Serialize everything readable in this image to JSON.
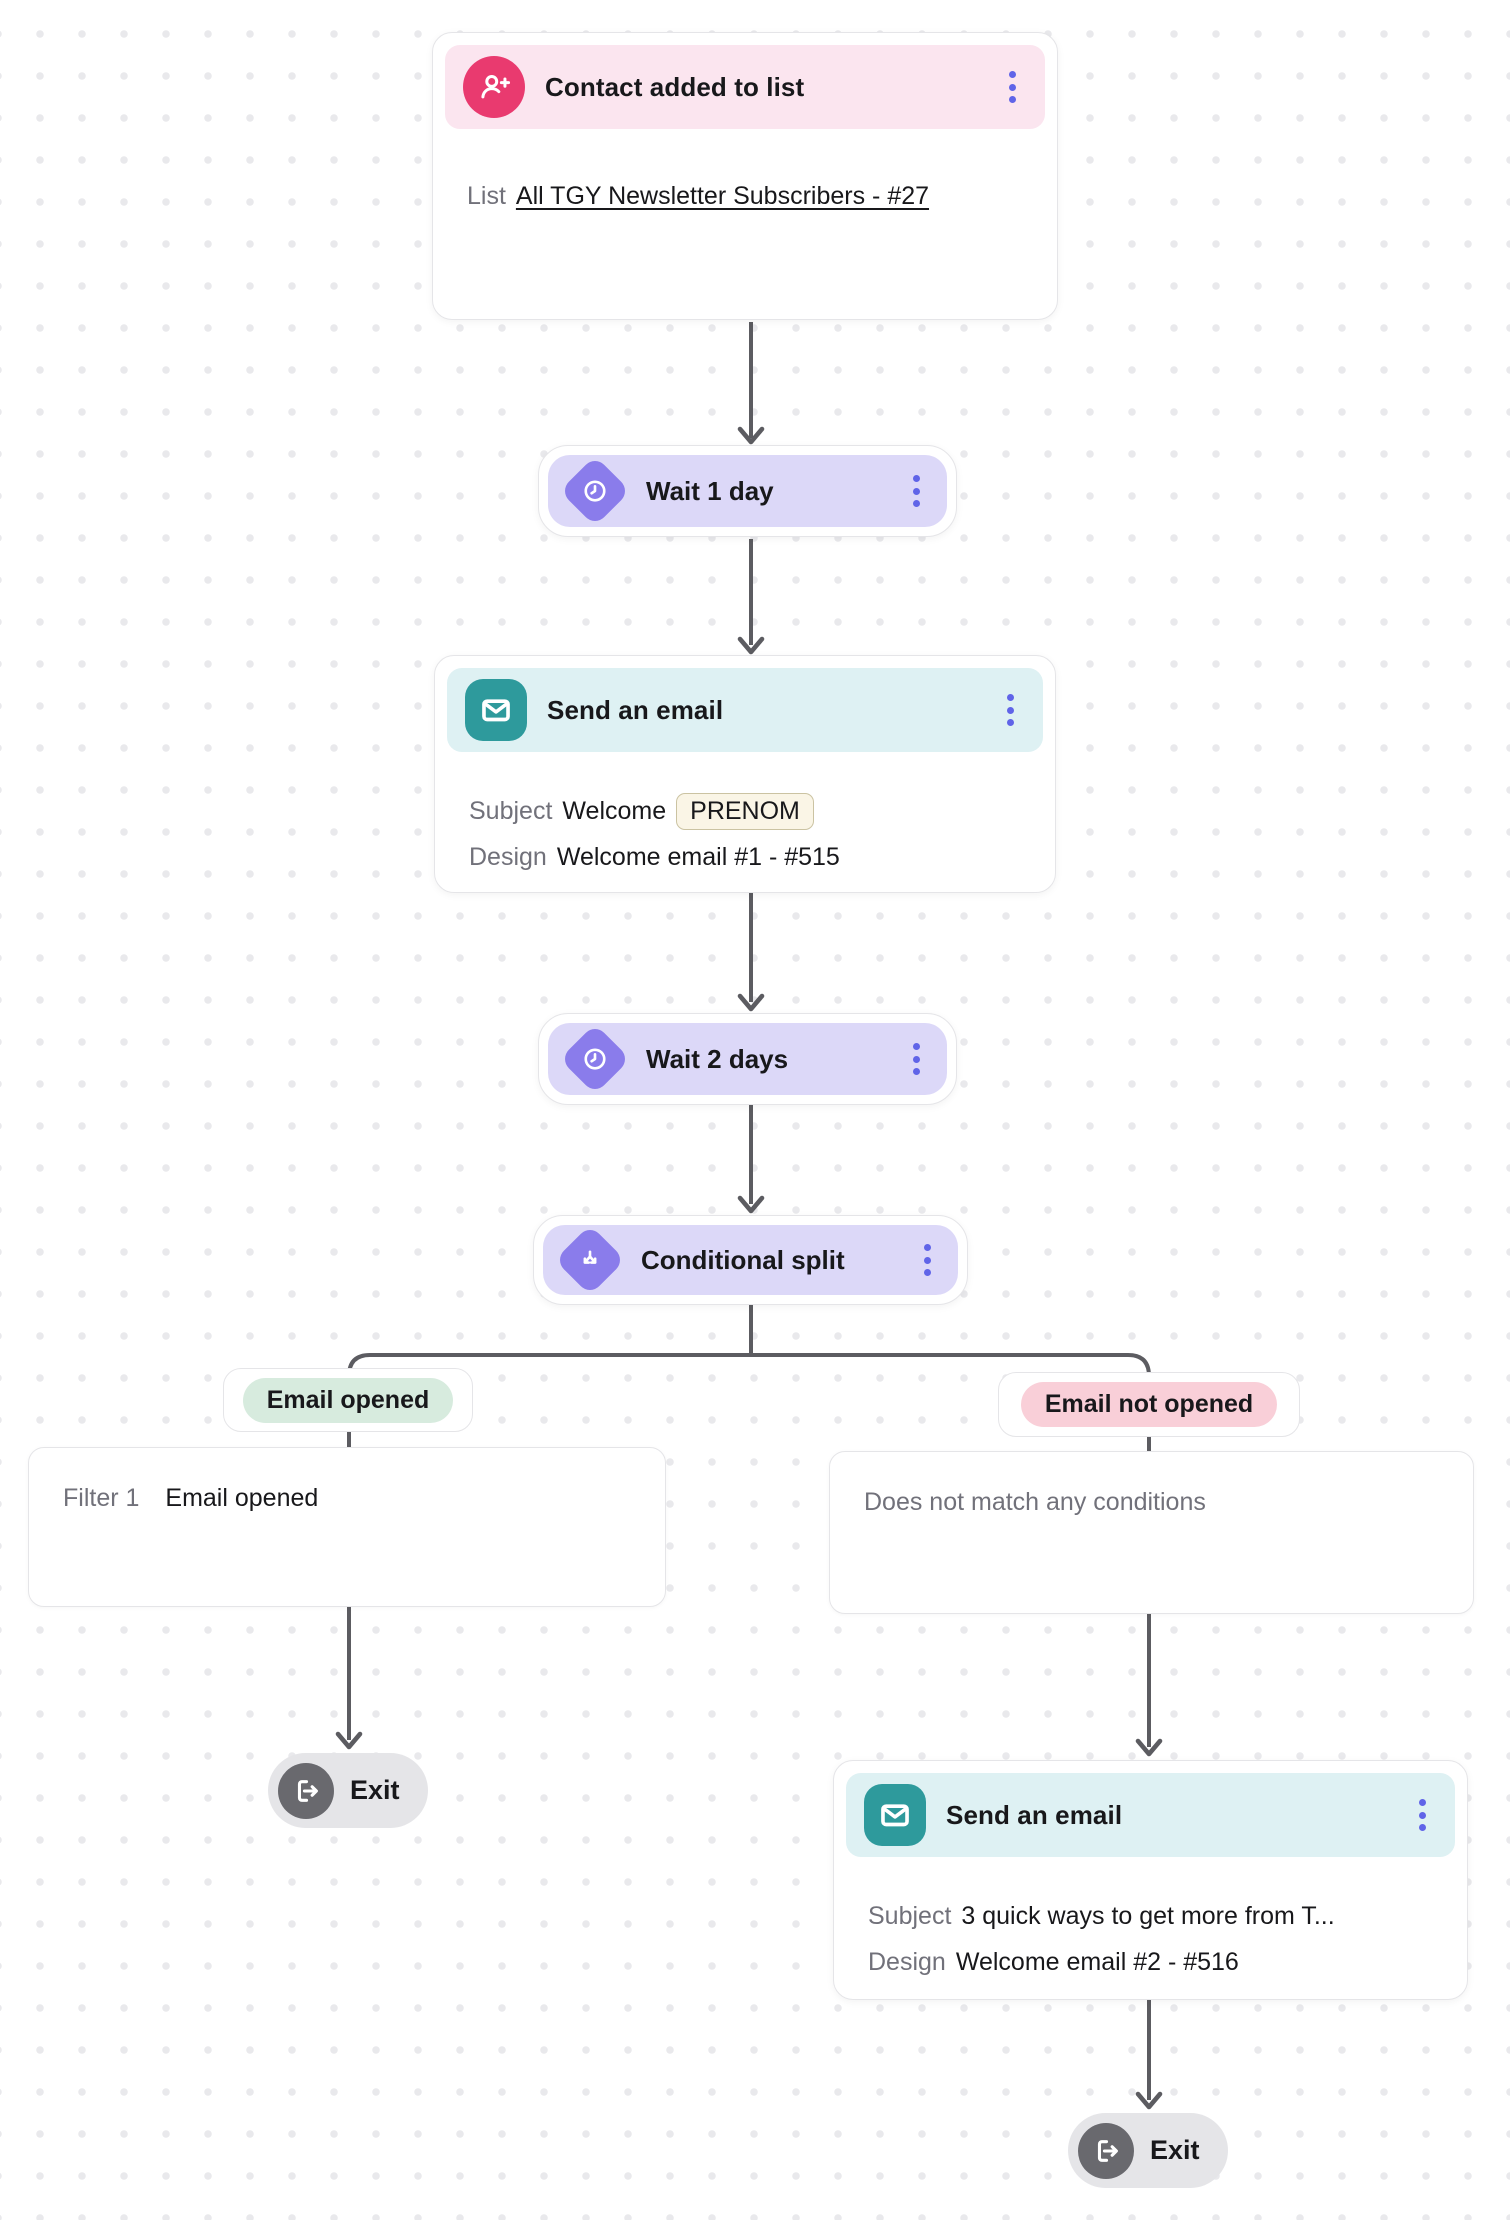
{
  "flow": {
    "trigger": {
      "title": "Contact added to list",
      "icon": "person-plus-icon",
      "body": {
        "label": "List",
        "link": "All TGY Newsletter Subscribers - #27"
      }
    },
    "wait1": {
      "title": "Wait 1 day",
      "icon": "clock-icon"
    },
    "email1": {
      "title": "Send an email",
      "icon": "envelope-icon",
      "subject_label": "Subject",
      "subject_text": "Welcome",
      "subject_tag": "PRENOM",
      "design_label": "Design",
      "design_value": "Welcome email #1 - #515"
    },
    "wait2": {
      "title": "Wait 2 days",
      "icon": "clock-icon"
    },
    "split": {
      "title": "Conditional split",
      "icon": "branch-split-icon"
    },
    "left_branch": {
      "label": "Email opened",
      "filter": {
        "label": "Filter 1",
        "value": "Email opened"
      },
      "exit_label": "Exit"
    },
    "right_branch": {
      "label": "Email not opened",
      "condition_text": "Does not match any conditions",
      "email2": {
        "title": "Send an email",
        "icon": "envelope-icon",
        "subject_label": "Subject",
        "subject_value": "3 quick ways to get more from T...",
        "design_label": "Design",
        "design_value": "Welcome email #2 - #516"
      },
      "exit_label": "Exit"
    }
  },
  "icons": [
    "person-plus-icon",
    "clock-icon",
    "envelope-icon",
    "branch-split-icon",
    "exit-icon",
    "kebab-menu-icon"
  ],
  "colors": {
    "trigger_header_bg": "#FBE5EF",
    "trigger_icon_bg": "#E93A6F",
    "wait_pill_bg": "#DCD8F8",
    "wait_icon_bg": "#8A7CEB",
    "email_header_bg": "#DEF1F3",
    "email_icon_bg": "#2E9A9C",
    "kebab_dot": "#6064E8",
    "branch_yes_bg": "#D7EBDE",
    "branch_no_bg": "#F9CFD8",
    "exit_pill_bg": "#E5E5E8",
    "exit_icon_bg": "#69696E",
    "connector": "#5C5C61",
    "tag_bg": "#FAF5E6",
    "tag_border": "#CBC3A2",
    "node_border": "#E5E5E8",
    "text_dark": "#18181B",
    "text_gray": "#71717A"
  }
}
